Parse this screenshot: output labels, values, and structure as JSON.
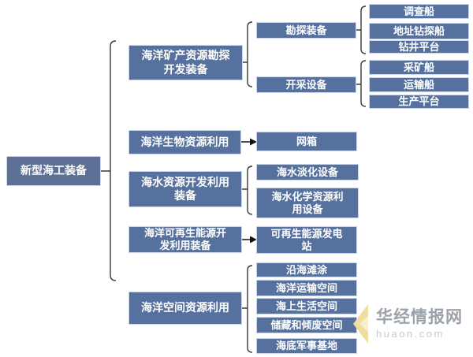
{
  "root": {
    "label": "新型海工装备"
  },
  "branches": [
    {
      "label": "海洋矿产资源勘探\n开发装备",
      "children": [
        {
          "label": "勘探装备",
          "children": [
            {
              "label": "调查船"
            },
            {
              "label": "地址钻探船"
            },
            {
              "label": "钻井平台"
            }
          ]
        },
        {
          "label": "开采设备",
          "children": [
            {
              "label": "采矿船"
            },
            {
              "label": "运输船"
            },
            {
              "label": "生产平台"
            }
          ]
        }
      ]
    },
    {
      "label": "海洋生物资源利用",
      "children": [
        {
          "label": "网箱"
        }
      ]
    },
    {
      "label": "海水资源开发利用\n装备",
      "children": [
        {
          "label": "海水淡化设备"
        },
        {
          "label": "海水化学资源利\n用设备"
        }
      ]
    },
    {
      "label": "海洋可再生能源开\n发利用装备",
      "children": [
        {
          "label": "可再生能源发电\n站"
        }
      ]
    },
    {
      "label": "海洋空间资源利用",
      "children": [
        {
          "label": "沿海滩涂"
        },
        {
          "label": "海洋运输空间"
        },
        {
          "label": "海上生活空间"
        },
        {
          "label": "储藏和倾废空间"
        },
        {
          "label": "海底军事基地"
        }
      ]
    }
  ],
  "watermark": {
    "brand": "华经情报网",
    "domain": "huaon.com"
  },
  "colors": {
    "node_fill": "#56719e",
    "root_fill": "#5b7094",
    "node_border": "#ccd8ea",
    "node_text": "#ffffff",
    "connector": "#3a3a3a",
    "watermark_brand": "#9ba2a9",
    "watermark_domain": "#c6cbd0",
    "logo_yellow": "#eedfa0"
  }
}
